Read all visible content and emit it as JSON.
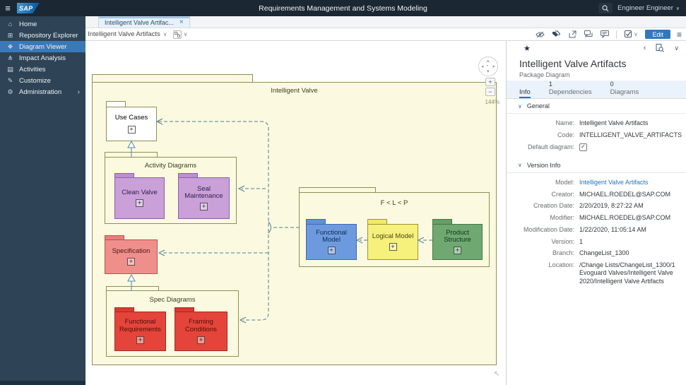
{
  "shell": {
    "logo": "SAP",
    "title": "Requirements Management and Systems Modeling",
    "user": "Engineer Engineer"
  },
  "icons": {
    "menu": "≡",
    "chevron_down": "∨",
    "chevron_left": "‹",
    "chevron_right": "›",
    "close": "×",
    "star": "★",
    "plus": "+",
    "minus": "−",
    "expand": "+",
    "check": "✓",
    "resize_corner": "↖",
    "pan_up": "▴",
    "pan_down": "▾",
    "pan_left": "◂",
    "pan_right": "▸",
    "pan_center": "•"
  },
  "sidebar": {
    "items": [
      {
        "label": "Home",
        "glyph": "⌂"
      },
      {
        "label": "Repository Explorer",
        "glyph": "⊞"
      },
      {
        "label": "Diagram Viewer",
        "glyph": "❖"
      },
      {
        "label": "Impact Analysis",
        "glyph": "⋔"
      },
      {
        "label": "Activities",
        "glyph": "▤"
      },
      {
        "label": "Customize",
        "glyph": "✎"
      },
      {
        "label": "Administration",
        "glyph": "⚙"
      }
    ]
  },
  "tab_bar": {
    "active_tab": "Intelligent Valve Artifac..."
  },
  "toolbar": {
    "selector_label": "Intelligent Valve Artifacts",
    "edit_label": "Edit"
  },
  "canvas": {
    "zoom_level": "144%"
  },
  "diagram": {
    "root_label": "Intelligent Valve",
    "nodes": {
      "use_cases": "Use Cases",
      "activity_diagrams": "Activity Diagrams",
      "clean_valve": "Clean Valve",
      "seal_maintenance": "Seal Maintenance",
      "specification": "Specification",
      "spec_diagrams": "Spec Diagrams",
      "functional_requirements": "Functional Requirements",
      "framing_conditions": "Framing Conditions",
      "flp": "F < L < P",
      "functional_model": "Functional Model",
      "logical_model": "Logical Model",
      "product_structure": "Product Structure"
    },
    "colors": {
      "package_fill": "#fbfae0",
      "package_border": "#8e8e55",
      "purple": "#c9a0d8",
      "salmon": "#ef8f8b",
      "red": "#e5443a",
      "blue": "#6d9ade",
      "yellow": "#f6f07c",
      "green": "#6fa871",
      "connector": "#4e7e95"
    }
  },
  "panel": {
    "title": "Intelligent Valve Artifacts",
    "subtitle": "Package Diagram",
    "tabs": [
      {
        "count": "",
        "label": "Info"
      },
      {
        "count": "1",
        "label": "Dependencies"
      },
      {
        "count": "0",
        "label": "Diagrams"
      }
    ],
    "sections": {
      "general": "General",
      "version_info": "Version Info"
    },
    "general_fields": [
      {
        "label": "Name:",
        "value": "Intelligent Valve Artifacts"
      },
      {
        "label": "Code:",
        "value": "INTELLIGENT_VALVE_ARTIFACTS"
      },
      {
        "label": "Default diagram:",
        "value": "checked"
      }
    ],
    "version_fields": [
      {
        "label": "Model:",
        "value": "Intelligent Valve Artifacts"
      },
      {
        "label": "Creator:",
        "value": "MICHAEL.ROEDEL@SAP.COM"
      },
      {
        "label": "Creation Date:",
        "value": "2/20/2019, 8:27:22 AM"
      },
      {
        "label": "Modifier:",
        "value": "MICHAEL.ROEDEL@SAP.COM"
      },
      {
        "label": "Modification Date:",
        "value": "1/22/2020, 11:05:14 AM"
      },
      {
        "label": "Version:",
        "value": "1"
      },
      {
        "label": "Branch:",
        "value": "ChangeList_1300"
      },
      {
        "label": "Location:",
        "value": "/Change Lists/ChangeList_1300/1 Evoguard Valves/Intelligent Valve 2020/Intelligent Valve Artifacts"
      }
    ]
  }
}
